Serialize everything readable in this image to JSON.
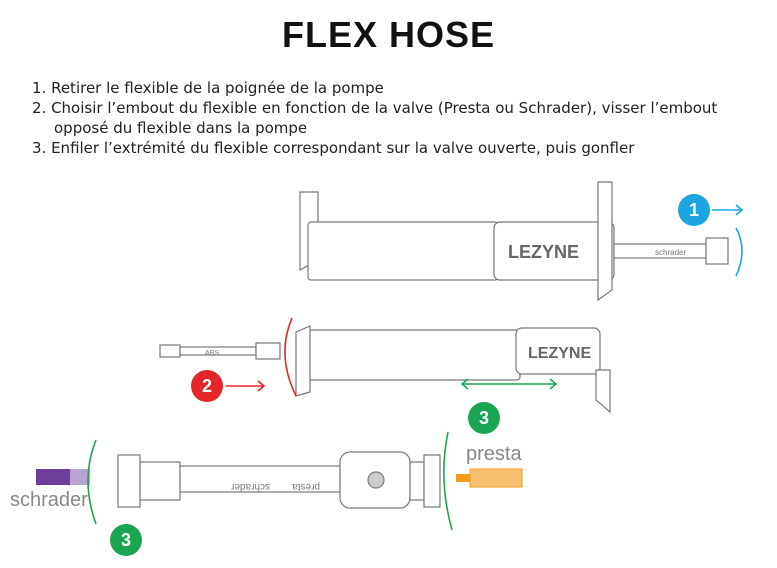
{
  "title": "FLEX HOSE",
  "steps": [
    "1. Retirer le flexible de la poignée de la pompe",
    "2. Choisir l’embout du flexible en fonction de la valve (Presta ou Schrader), visser l’embout",
    "opposé du flexible dans la pompe",
    "3. Enfiler l’extrémité du flexible correspondant sur la valve ouverte, puis gonfler"
  ],
  "diagram": {
    "logo": "LEZYNE",
    "hose_label_schrader": "schrader",
    "hose_label_presta": "presta",
    "hose_tag": "ABS",
    "valve_presta": "presta",
    "valve_schrader": "schrader",
    "badges": [
      "1",
      "2",
      "3",
      "3"
    ],
    "colors": {
      "blue": "#1ba6e0",
      "red": "#e42629",
      "green": "#1aa650",
      "purple": "#6b3f9a",
      "orange": "#f39a1f"
    }
  }
}
